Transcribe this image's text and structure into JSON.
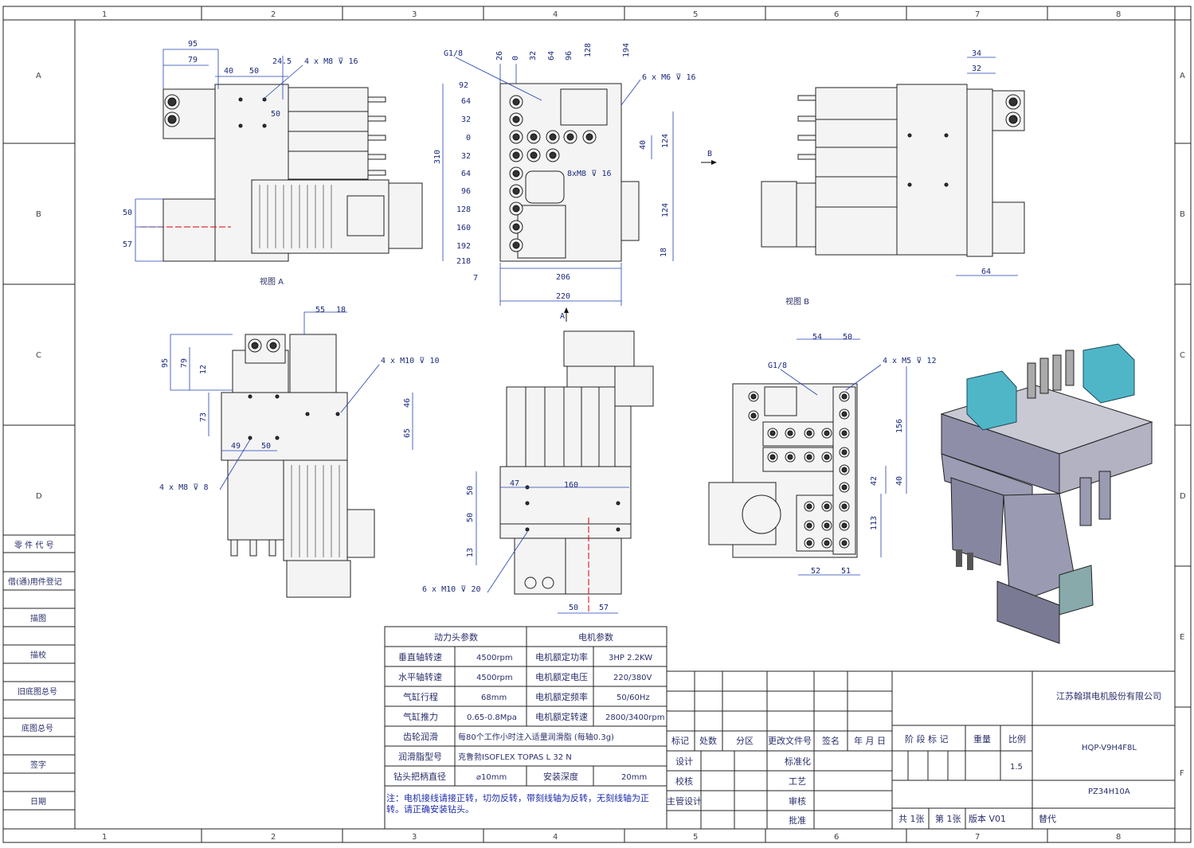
{
  "border": {
    "columns": [
      "1",
      "2",
      "3",
      "4",
      "5",
      "6",
      "7",
      "8"
    ],
    "rows": [
      "A",
      "B",
      "C",
      "D",
      "E",
      "F"
    ]
  },
  "left_panel": [
    "零 件 代 号",
    "借(通)用件登记",
    "描图",
    "描校",
    "旧底图总号",
    "底图总号",
    "签字",
    "日期"
  ],
  "views": {
    "view_a": "视图 A",
    "view_b": "视图 B",
    "arrow_a": "A",
    "arrow_b": "B"
  },
  "callouts": {
    "tl_m8": "4 x  M8 ⊽ 16",
    "tc_g18": "G1/8",
    "tc_m6": "6 x  M6 ⊽ 16",
    "tc_8xm8": "8xM8 ⊽ 16",
    "ml_m10": "4 x  M10 ⊽ 10",
    "ml_m8": "4 x  M8 ⊽  8",
    "mc_m10": "6 x  M10 ⊽  20",
    "mr_g18": "G1/8",
    "mr_m5": "4 x  M5 ⊽ 12"
  },
  "dims": {
    "tl": [
      "95",
      "79",
      "40",
      "50",
      "24.5",
      "50",
      "50",
      "57"
    ],
    "tc_top": [
      "26",
      "0",
      "32",
      "64",
      "96",
      "128",
      "194"
    ],
    "tc_left": [
      "92",
      "64",
      "32",
      "0",
      "32",
      "64",
      "96",
      "128",
      "160",
      "192",
      "218"
    ],
    "tc_other": [
      "310",
      "40",
      "124",
      "124",
      "18",
      "7",
      "206",
      "220"
    ],
    "tr": [
      "34",
      "32",
      "64"
    ],
    "ml": [
      "55",
      "18",
      "95",
      "79",
      "12",
      "73",
      "46",
      "65",
      "49",
      "50"
    ],
    "mc": [
      "47",
      "160",
      "50",
      "50",
      "13",
      "50",
      "57"
    ],
    "mr": [
      "54",
      "50",
      "156",
      "42",
      "40",
      "113",
      "52",
      "51"
    ]
  },
  "param_table": {
    "head_left": "动力头参数",
    "head_right": "电机参数",
    "rows": [
      [
        "垂直轴转速",
        "4500rpm",
        "电机额定功率",
        "3HP  2.2KW"
      ],
      [
        "水平轴转速",
        "4500rpm",
        "电机额定电压",
        "220/380V"
      ],
      [
        "气缸行程",
        "68mm",
        "电机额定频率",
        "50/60Hz"
      ],
      [
        "气缸推力",
        "0.65-0.8Mpa",
        "电机额定转速",
        "2800/3400rpm"
      ]
    ],
    "lube_label": "齿轮润滑",
    "lube_value": "每80个工作小时注入适量润滑脂 (每轴0.3g)",
    "grease_label": "润滑脂型号",
    "grease_value": "克鲁勃ISOFLEX TOPAS L 32 N",
    "shank_label": "钻头把柄直径",
    "shank_value": "⌀10mm",
    "depth_label": "安装深度",
    "depth_value": "20mm",
    "note": "注：电机接线请接正转，切勿反转，带刻线轴为反转，无刻线轴为正转。请正确安装钻头。"
  },
  "title_block": {
    "company": "江苏翰琪电机股份有限公司",
    "model": "HQP-V9H4F8L",
    "drawing_no": "PZ34H10A",
    "headers": [
      "标记",
      "处数",
      "分区",
      "更改文件号",
      "签名",
      "年 月 日"
    ],
    "stage_label": "阶 段 标 记",
    "weight_label": "重量",
    "scale_label": "比例",
    "scale_value": "1.5",
    "roles_left": [
      "设计",
      "校核",
      "主管设计"
    ],
    "roles_right": [
      "标准化",
      "工艺",
      "审核",
      "批准"
    ],
    "sheet_total": "共 1张",
    "sheet_no": "第 1张",
    "version": "版本  V01",
    "replace": "替代"
  }
}
